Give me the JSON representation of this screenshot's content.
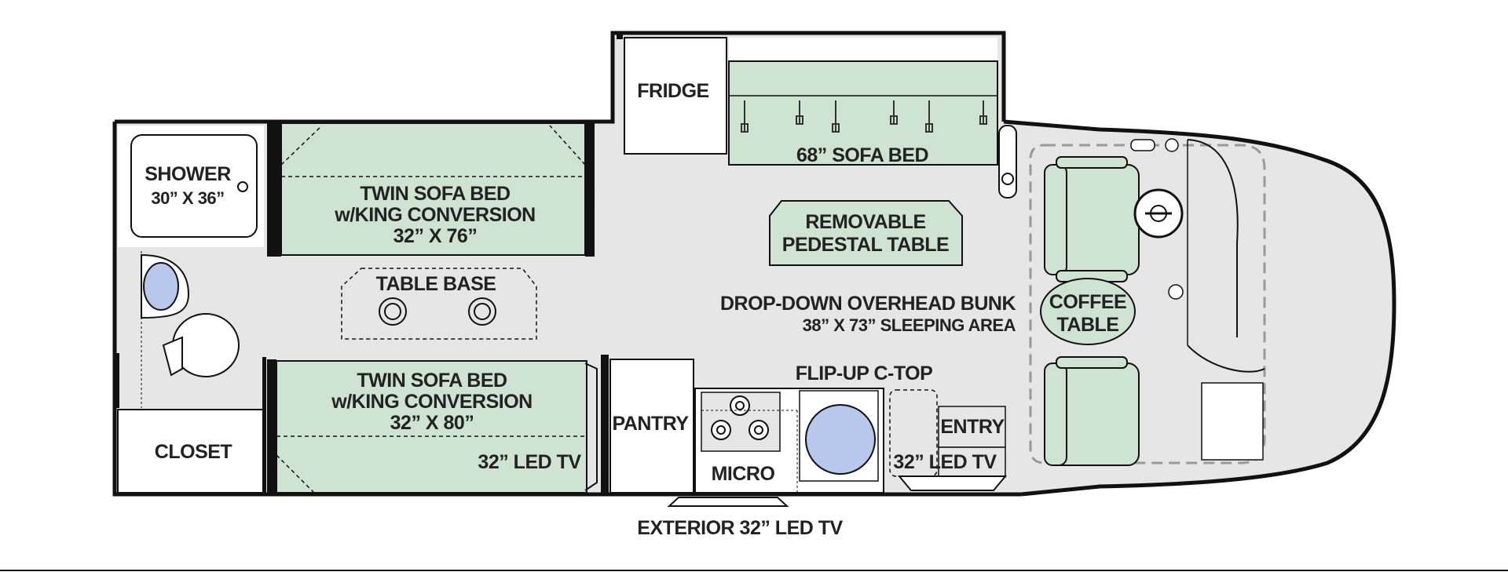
{
  "floorplan": {
    "labels": {
      "fridge": "FRIDGE",
      "sofa_bed_68": "68” SOFA BED",
      "removable_table_1": "REMOVABLE",
      "removable_table_2": "PEDESTAL TABLE",
      "shower_1": "SHOWER",
      "shower_2": "30” X 36”",
      "twin_top_1": "TWIN SOFA BED",
      "twin_top_2": "w/KING CONVERSION",
      "twin_top_3": "32” X 76”",
      "table_base": "TABLE BASE",
      "bunk_1": "DROP-DOWN OVERHEAD BUNK",
      "bunk_2": "38” X 73” SLEEPING AREA",
      "coffee_1": "COFFEE",
      "coffee_2": "TABLE",
      "twin_bottom_1": "TWIN SOFA BED",
      "twin_bottom_2": "w/KING CONVERSION",
      "twin_bottom_3": "32” X 80”",
      "led_tv_bedroom": "32” LED TV",
      "pantry": "PANTRY",
      "flip_up": "FLIP-UP C-TOP",
      "entry": "ENTRY",
      "led_tv_entry": "32” LED TV",
      "micro": "MICRO",
      "closet": "CLOSET",
      "exterior_tv": "EXTERIOR 32” LED TV"
    },
    "colors": {
      "floor": "#e6e6e6",
      "furniture": "#cfe3d2",
      "wall": "#111111",
      "fixture_blue": "#b8c7ec"
    }
  }
}
